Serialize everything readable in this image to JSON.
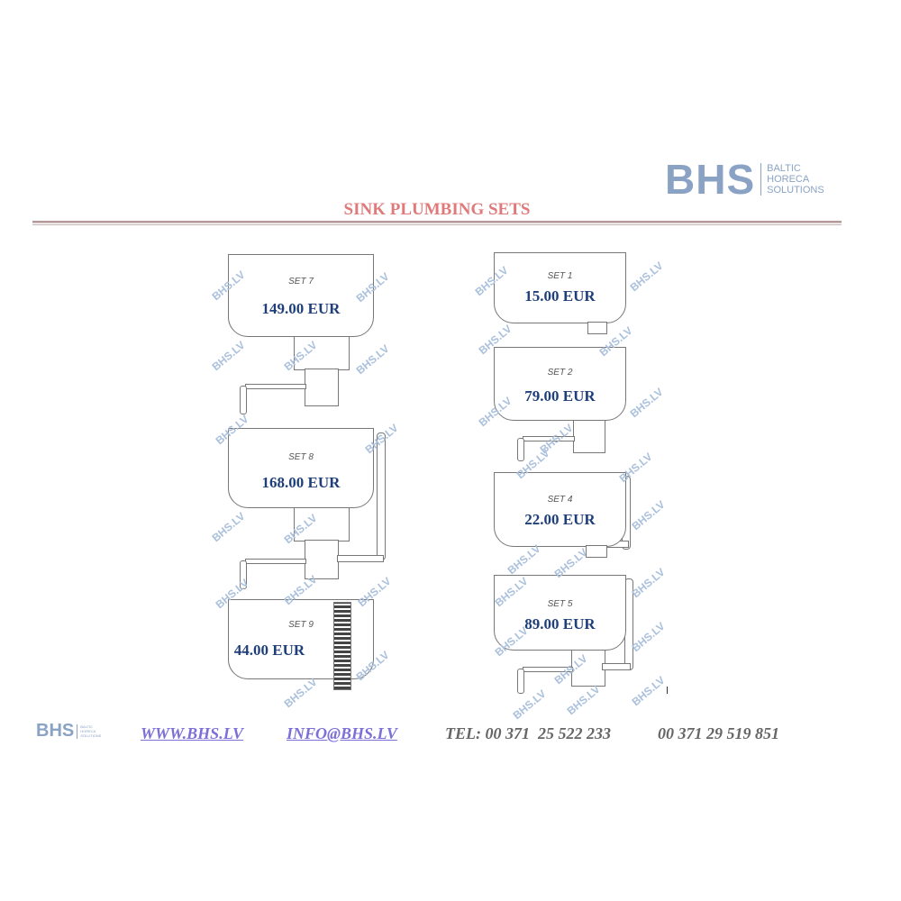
{
  "header": {
    "logo_mark": "BHS",
    "logo_sub": [
      "BALTIC",
      "HORECA",
      "SOLUTIONS"
    ],
    "title": "SINK PLUMBING SETS"
  },
  "watermark": "BHS.LV",
  "sets": [
    {
      "label": "SET 7",
      "price": "149.00 EUR"
    },
    {
      "label": "SET 8",
      "price": "168.00 EUR"
    },
    {
      "label": "SET 9",
      "price": "44.00 EUR"
    },
    {
      "label": "SET 1",
      "price": "15.00 EUR"
    },
    {
      "label": "SET 2",
      "price": "79.00 EUR"
    },
    {
      "label": "SET 4",
      "price": "22.00 EUR"
    },
    {
      "label": "SET 5",
      "price": "89.00 EUR"
    }
  ],
  "footer": {
    "logo_mark": "BHS",
    "logo_sub": [
      "BALTIC",
      "HORECA",
      "SOLUTIONS"
    ],
    "website": "WWW.BHS.LV",
    "email": "INFO@BHS.LV",
    "tel1": "TEL: 00 371  25 522 233",
    "tel2": "00 371 29 519 851"
  },
  "colors": {
    "title": "#e07a7a",
    "price": "#1f3f7a",
    "logo": "#8aa3c4",
    "link": "#7b6fd8"
  }
}
